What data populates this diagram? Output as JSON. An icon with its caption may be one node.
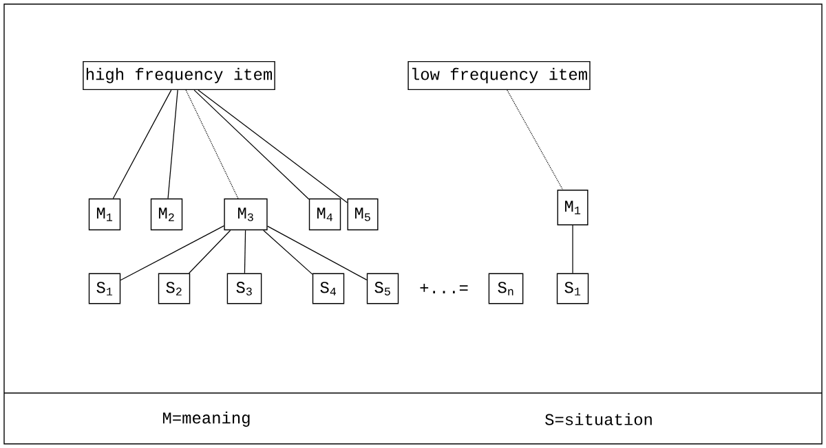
{
  "diagram": {
    "nodes": [
      {
        "text": [
          "high frequency item"
        ]
      },
      {
        "text": [
          "low frequency item"
        ]
      },
      {
        "text": [
          "M$_{1}$"
        ]
      },
      {
        "text": [
          "M$_{2}$"
        ]
      },
      {
        "text": [
          "M$_{3}$"
        ]
      },
      {
        "text": [
          "M$_{4}$"
        ]
      },
      {
        "text": [
          "M$_{5}$"
        ]
      },
      {
        "text": [
          "M$_{1}$"
        ]
      },
      {
        "text": [
          "S$_{1}$"
        ]
      },
      {
        "text": [
          "S$_{2}$"
        ]
      },
      {
        "text": [
          "S$_{3}$"
        ]
      },
      {
        "text": [
          "S$_{4}$"
        ]
      },
      {
        "text": [
          "S$_{5}$"
        ]
      },
      {
        "text": [
          "S$_{n}$"
        ]
      },
      {
        "text": [
          "S$_{1}$"
        ]
      }
    ],
    "edges": [
      {
        "from": 0,
        "to": 2,
        "arrow": "none"
      },
      {
        "from": 0,
        "to": 3,
        "arrow": "none"
      },
      {
        "from": 0,
        "to": 4,
        "arrow": "none",
        "style": "dashed"
      },
      {
        "from": 0,
        "to": 5,
        "arrow": "none"
      },
      {
        "from": 0,
        "to": 6,
        "arrow": "none"
      },
      {
        "from": 4,
        "to": 8,
        "arrow": "none"
      },
      {
        "from": 4,
        "to": 9,
        "arrow": "none"
      },
      {
        "from": 4,
        "to": 10,
        "arrow": "none"
      },
      {
        "from": 4,
        "to": 11,
        "arrow": "none"
      },
      {
        "from": 4,
        "to": 12,
        "arrow": "none"
      },
      {
        "from": 1,
        "to": 7,
        "arrow": "none",
        "style": "dashed"
      },
      {
        "from": 7,
        "to": 14,
        "arrow": "none"
      }
    ],
    "labels": [
      "+...=",
      "M=meaning",
      "S=situation"
    ]
  }
}
